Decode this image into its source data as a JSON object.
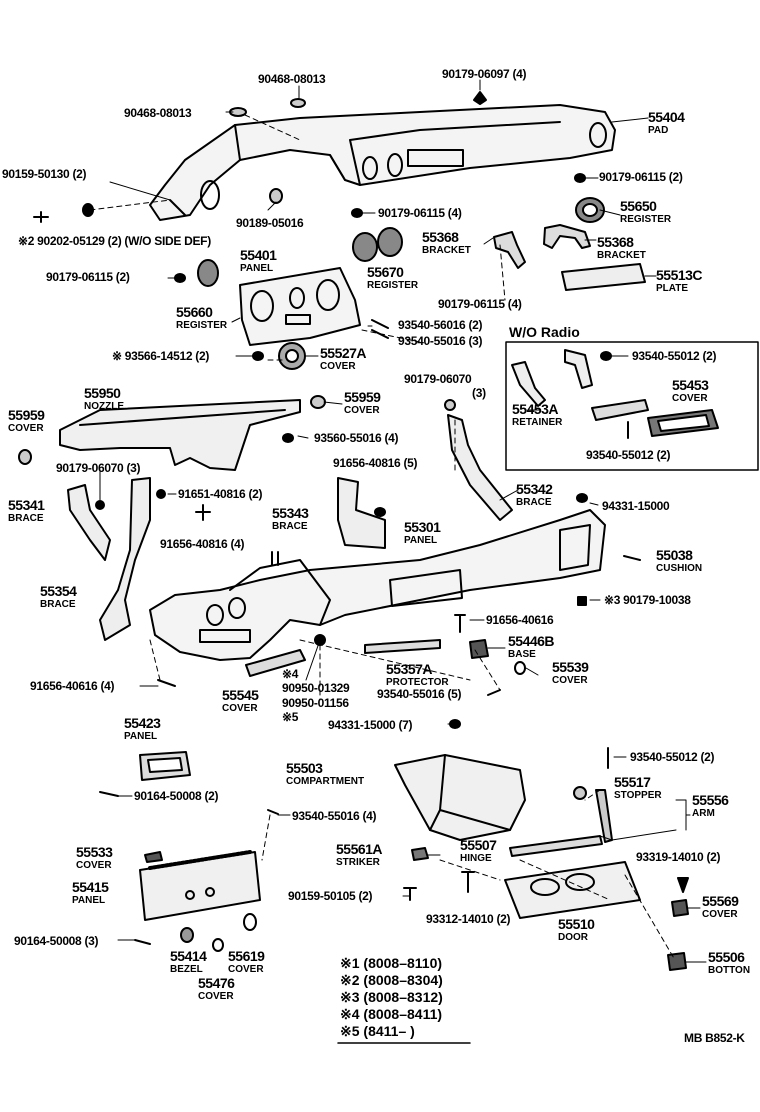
{
  "labels": {
    "l01": "90468-08013",
    "l02": "90179-06097 (4)",
    "l03": "90468-08013",
    "l04": "90159-50130 (2)",
    "l05": "90189-05016",
    "l06": "90179-06115 (2)",
    "l07": "90179-06115 (4)",
    "l08": "※2 90202-05129 (2) (W/O SIDE DEF)",
    "l09": "90179-06115 (2)",
    "l10": "93540-56016 (2)",
    "l11": "93540-55016 (3)",
    "l12": "90179-06115 (4)",
    "l13": "※ 93566-14512 (2)",
    "l14": "93540-55012 (2)",
    "l15": "93540-55012 (2)",
    "l16": "93560-55016 (4)",
    "l17": "90179-06070",
    "l17b": "(3)",
    "l18": "90179-06070 (3)",
    "l19": "91656-40816 (5)",
    "l20": "91651-40816 (2)",
    "l21": "91656-40816 (4)",
    "l22": "94331-15000",
    "l23": "91656-40616",
    "l24": "※3  90179-10038",
    "l25": "91656-40616 (4)",
    "l26": "※4",
    "l27": "90950-01329",
    "l28": "90950-01156",
    "l29": "※5",
    "l30": "93540-55016 (5)",
    "l31": "94331-15000 (7)",
    "l32": "93540-55012 (2)",
    "l33": "90164-50008 (2)",
    "l34": "93540-55016 (4)",
    "l35": "93319-14010 (2)",
    "l36": "90159-50105 (2)",
    "l37": "93312-14010 (2)",
    "l38": "90164-50008 (3)"
  },
  "parts": [
    {
      "id": "p55404",
      "num": "55404",
      "name": "PAD"
    },
    {
      "id": "p55650",
      "num": "55650",
      "name": "REGISTER"
    },
    {
      "id": "p55368a",
      "num": "55368",
      "name": "BRACKET"
    },
    {
      "id": "p55368b",
      "num": "55368",
      "name": "BRACKET"
    },
    {
      "id": "p55401",
      "num": "55401",
      "name": "PANEL"
    },
    {
      "id": "p55670",
      "num": "55670",
      "name": "REGISTER"
    },
    {
      "id": "p55513c",
      "num": "55513C",
      "name": "PLATE"
    },
    {
      "id": "p55660",
      "num": "55660",
      "name": "REGISTER"
    },
    {
      "id": "p55527a",
      "num": "55527A",
      "name": "COVER"
    },
    {
      "id": "p55950",
      "num": "55950",
      "name": "NOZZLE"
    },
    {
      "id": "p55959a",
      "num": "55959",
      "name": "COVER"
    },
    {
      "id": "p55959b",
      "num": "55959",
      "name": "COVER"
    },
    {
      "id": "p55453",
      "num": "55453",
      "name": "COVER"
    },
    {
      "id": "p55453a",
      "num": "55453A",
      "name": "RETAINER"
    },
    {
      "id": "p55341",
      "num": "55341",
      "name": "BRACE"
    },
    {
      "id": "p55342",
      "num": "55342",
      "name": "BRACE"
    },
    {
      "id": "p55343",
      "num": "55343",
      "name": "BRACE"
    },
    {
      "id": "p55301",
      "num": "55301",
      "name": "PANEL"
    },
    {
      "id": "p55038",
      "num": "55038",
      "name": "CUSHION"
    },
    {
      "id": "p55354",
      "num": "55354",
      "name": "BRACE"
    },
    {
      "id": "p55446b",
      "num": "55446B",
      "name": "BASE"
    },
    {
      "id": "p55357a",
      "num": "55357A",
      "name": "PROTECTOR"
    },
    {
      "id": "p55539",
      "num": "55539",
      "name": "COVER"
    },
    {
      "id": "p55545",
      "num": "55545",
      "name": "COVER"
    },
    {
      "id": "p55423",
      "num": "55423",
      "name": "PANEL"
    },
    {
      "id": "p55503",
      "num": "55503",
      "name": "COMPARTMENT"
    },
    {
      "id": "p55517",
      "num": "55517",
      "name": "STOPPER"
    },
    {
      "id": "p55556",
      "num": "55556",
      "name": "ARM"
    },
    {
      "id": "p55533",
      "num": "55533",
      "name": "COVER"
    },
    {
      "id": "p55561a",
      "num": "55561A",
      "name": "STRIKER"
    },
    {
      "id": "p55507",
      "num": "55507",
      "name": "HINGE"
    },
    {
      "id": "p55415",
      "num": "55415",
      "name": "PANEL"
    },
    {
      "id": "p55569",
      "num": "55569",
      "name": "COVER"
    },
    {
      "id": "p55510",
      "num": "55510",
      "name": "DOOR"
    },
    {
      "id": "p55414",
      "num": "55414",
      "name": "BEZEL"
    },
    {
      "id": "p55619",
      "num": "55619",
      "name": "COVER"
    },
    {
      "id": "p55476",
      "num": "55476",
      "name": "COVER"
    },
    {
      "id": "p55506",
      "num": "55506",
      "name": "BOTTON"
    }
  ],
  "box_title": "W/O Radio",
  "legend": [
    "※1 (8008–8110)",
    "※2 (8008–8304)",
    "※3 (8008–8312)",
    "※4 (8008–8411)",
    "※5 (8411–        )"
  ],
  "footer_code": "MB  B852-K"
}
